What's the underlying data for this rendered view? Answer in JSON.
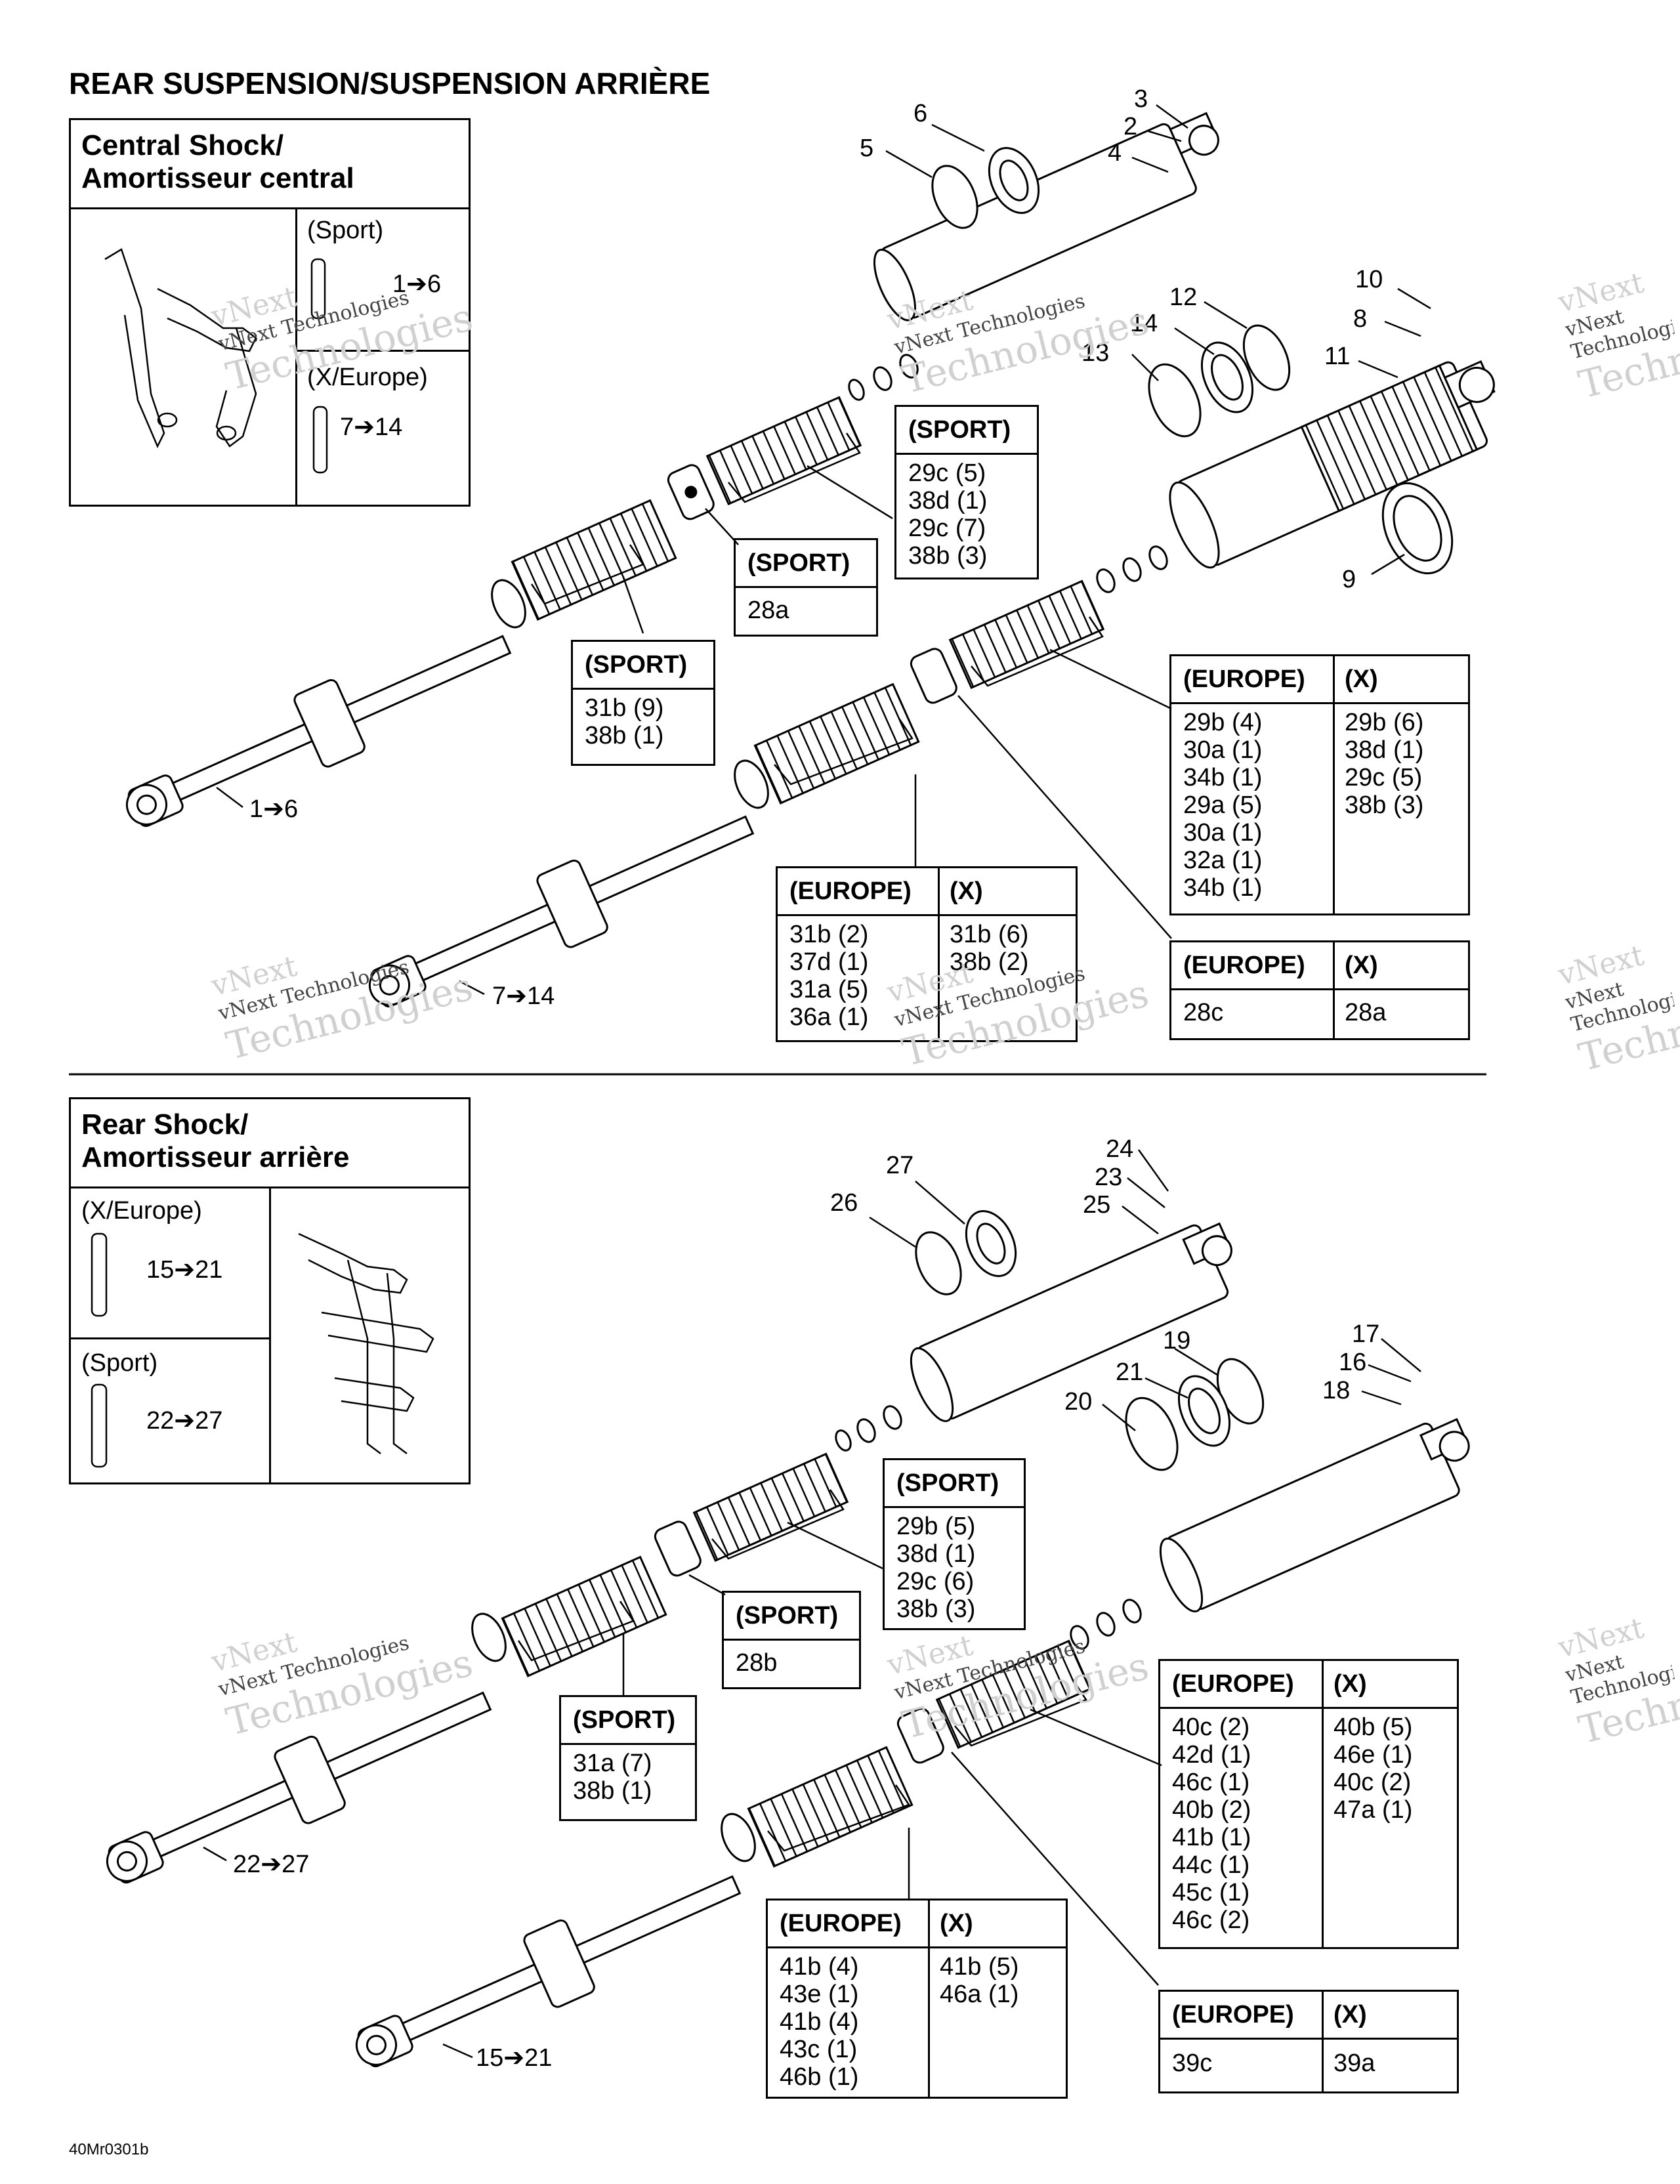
{
  "title": "REAR SUSPENSION/SUSPENSION ARRIÈRE",
  "footer_code": "40Mr0301b",
  "watermark": {
    "line1": "vNext",
    "line2": "vNext Technologies",
    "line3": "Technologies"
  },
  "central": {
    "header_line1": "Central Shock/",
    "header_line2": "Amortisseur central",
    "sport_label": "(Sport)",
    "sport_range": "1➔6",
    "x_europe_label": "(X/Europe)",
    "x_europe_range": "7➔14"
  },
  "rear": {
    "header_line1": "Rear Shock/",
    "header_line2": "Amortisseur arrière",
    "x_europe_label": "(X/Europe)",
    "x_europe_range": "15➔21",
    "sport_label": "(Sport)",
    "sport_range": "22➔27"
  },
  "callouts": {
    "c1": "3",
    "c2": "2",
    "c3": "4",
    "c4": "6",
    "c5": "5",
    "c6": "10",
    "c7": "8",
    "c8": "11",
    "c9": "12",
    "c10": "14",
    "c11": "13",
    "c12": "9",
    "c13": "1➔6",
    "c14": "7➔14",
    "c15": "24",
    "c16": "23",
    "c17": "25",
    "c18": "27",
    "c19": "26",
    "c20": "17",
    "c21": "16",
    "c22": "18",
    "c23": "19",
    "c24": "21",
    "c25": "20",
    "c26": "22➔27",
    "c27": "15➔21"
  },
  "tables": {
    "t_sport_top": {
      "h1": "(SPORT)",
      "l1": "29c (5)\n38d (1)\n29c (7)\n38b (3)"
    },
    "t_sport_28a": {
      "h1": "(SPORT)",
      "l1": "28a"
    },
    "t_sport_31b": {
      "h1": "(SPORT)",
      "l1": "31b (9)\n38b (1)"
    },
    "t_eu_x_top": {
      "h1": "(EUROPE)",
      "h2": "(X)",
      "l1": "29b (4)\n30a (1)\n34b (1)\n29a (5)\n30a (1)\n32a (1)\n34b (1)",
      "l2": "29b (6)\n38d (1)\n29c (5)\n38b (3)"
    },
    "t_eu_x_mid": {
      "h1": "(EUROPE)",
      "h2": "(X)",
      "l1": "31b (2)\n37d (1)\n31a (5)\n36a (1)",
      "l2": "31b (6)\n38b (2)"
    },
    "t_eu_x_28": {
      "h1": "(EUROPE)",
      "h2": "(X)",
      "l1": "28c",
      "l2": "28a"
    },
    "t_sport_bot": {
      "h1": "(SPORT)",
      "l1": "29b (5)\n38d (1)\n29c (6)\n38b (3)"
    },
    "t_sport_28b": {
      "h1": "(SPORT)",
      "l1": "28b"
    },
    "t_sport_31a": {
      "h1": "(SPORT)",
      "l1": "31a (7)\n38b (1)"
    },
    "t_eu_x_40": {
      "h1": "(EUROPE)",
      "h2": "(X)",
      "l1": "40c (2)\n42d (1)\n46c (1)\n40b (2)\n41b (1)\n44c (1)\n45c (1)\n46c (2)",
      "l2": "40b (5)\n46e (1)\n40c (2)\n47a (1)"
    },
    "t_eu_x_41": {
      "h1": "(EUROPE)",
      "h2": "(X)",
      "l1": "41b (4)\n43e (1)\n41b (4)\n43c (1)\n46b (1)",
      "l2": "41b (5)\n46a (1)"
    },
    "t_eu_x_39": {
      "h1": "(EUROPE)",
      "h2": "(X)",
      "l1": "39c",
      "l2": "39a"
    }
  }
}
